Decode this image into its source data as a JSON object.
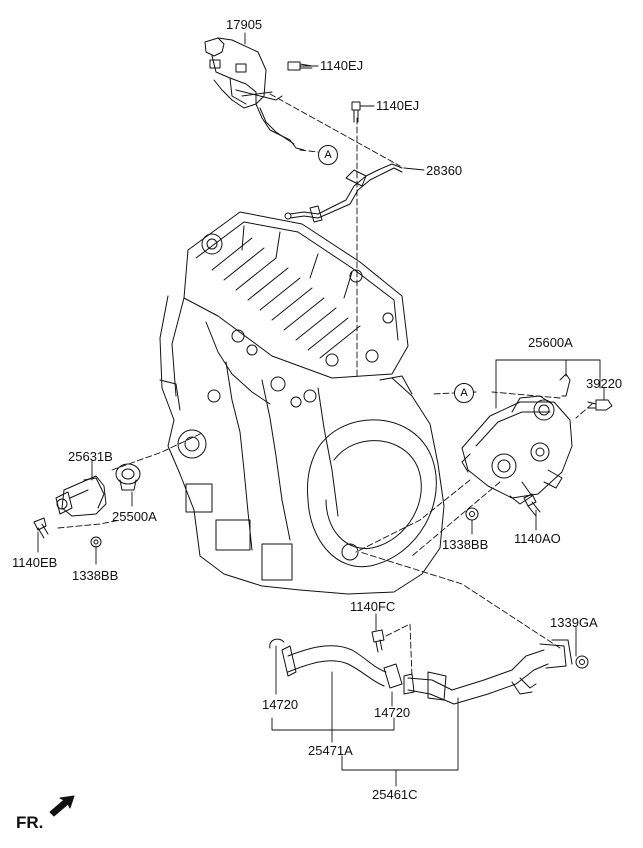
{
  "diagram": {
    "labels": {
      "p17905": "17905",
      "p1140EJ_a": "1140EJ",
      "p1140EJ_b": "1140EJ",
      "p28360": "28360",
      "p25600A": "25600A",
      "p39220": "39220",
      "p25631B": "25631B",
      "p25500A": "25500A",
      "p1140EB": "1140EB",
      "p1338BB_a": "1338BB",
      "p1338BB_b": "1338BB",
      "p1140AO": "1140AO",
      "p1140FC": "1140FC",
      "p1339GA": "1339GA",
      "p14720_a": "14720",
      "p14720_b": "14720",
      "p25471A": "25471A",
      "p25461C": "25461C"
    },
    "refs": {
      "ref_a1": "A",
      "ref_a2": "A"
    },
    "direction": "FR."
  }
}
